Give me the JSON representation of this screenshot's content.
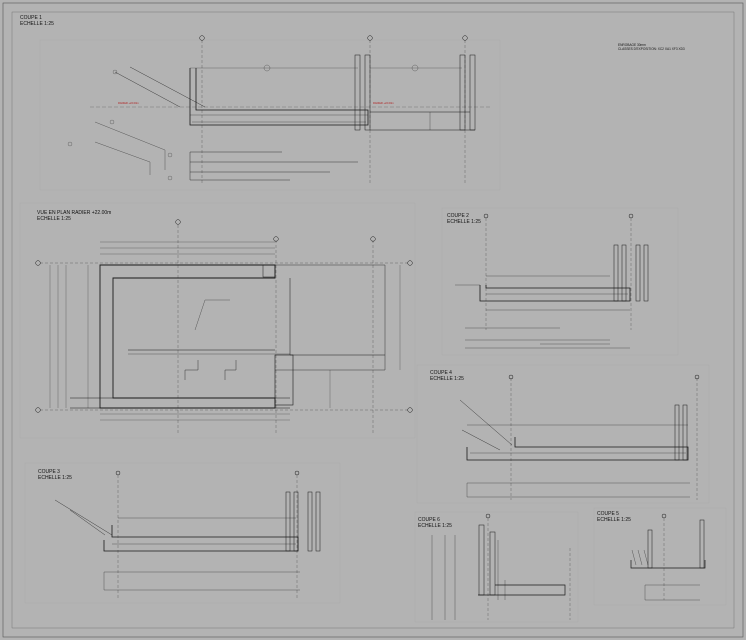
{
  "sheet": {
    "background": "#b3b3b3",
    "line_color": "#1a1a1a",
    "annotation_color": "#b02020"
  },
  "notes": {
    "line1": "ENROBAGE 30mm",
    "line2": "CLASSES D'EXPOSITION: XC2 XA1 XF3 XD3"
  },
  "views": {
    "coupe1": {
      "title": "COUPE 1",
      "scale": "ECHELLE 1:25",
      "level_left": "RADIER +22.00m",
      "level_right": "RADIER +22.00m"
    },
    "plan": {
      "title": "VUE EN PLAN RADIER +22.00m",
      "scale": "ECHELLE 1:25"
    },
    "coupe2": {
      "title": "COUPE 2",
      "scale": "ECHELLE 1:25"
    },
    "coupe3": {
      "title": "COUPE 3",
      "scale": "ECHELLE 1:25"
    },
    "coupe4": {
      "title": "COUPE 4",
      "scale": "ECHELLE 1:25"
    },
    "coupe5": {
      "title": "COUPE 5",
      "scale": "ECHELLE 1:25"
    },
    "coupe6": {
      "title": "COUPE 6",
      "scale": "ECHELLE 1:25"
    }
  }
}
